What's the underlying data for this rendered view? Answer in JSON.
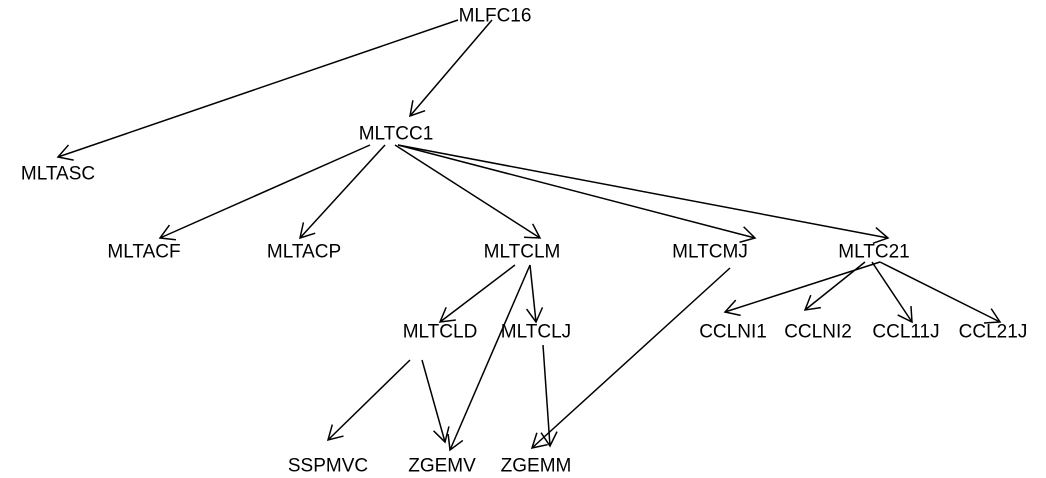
{
  "nodes": {
    "MLFC16": "MLFC16",
    "MLTASC": "MLTASC",
    "MLTCC1": "MLTCC1",
    "MLTACF": "MLTACF",
    "MLTACP": "MLTACP",
    "MLTCLM": "MLTCLM",
    "MLTCMJ": "MLTCMJ",
    "MLTC21": "MLTC21",
    "MLTCLD": "MLTCLD",
    "MLTCLJ": "MLTCLJ",
    "CCLNI1": "CCLNI1",
    "CCLNI2": "CCLNI2",
    "CCL11J": "CCL11J",
    "CCL21J": "CCL21J",
    "SSPMVC": "SSPMVC",
    "ZGEMV": "ZGEMV",
    "ZGEMM": "ZGEMM"
  },
  "edges": [
    [
      "MLFC16",
      "MLTASC"
    ],
    [
      "MLFC16",
      "MLTCC1"
    ],
    [
      "MLTCC1",
      "MLTACF"
    ],
    [
      "MLTCC1",
      "MLTACP"
    ],
    [
      "MLTCC1",
      "MLTCLM"
    ],
    [
      "MLTCC1",
      "MLTCMJ"
    ],
    [
      "MLTCC1",
      "MLTC21"
    ],
    [
      "MLTCLM",
      "MLTCLD"
    ],
    [
      "MLTCLM",
      "MLTCLJ"
    ],
    [
      "MLTCLM",
      "ZGEMV"
    ],
    [
      "MLTCLD",
      "SSPMVC"
    ],
    [
      "MLTCLD",
      "ZGEMV"
    ],
    [
      "MLTCLJ",
      "ZGEMM"
    ],
    [
      "MLTCMJ",
      "ZGEMM"
    ],
    [
      "MLTC21",
      "CCLNI1"
    ],
    [
      "MLTC21",
      "CCLNI2"
    ],
    [
      "MLTC21",
      "CCL11J"
    ],
    [
      "MLTC21",
      "CCL21J"
    ]
  ],
  "colors": {
    "line": "#000000",
    "background": "#ffffff"
  }
}
